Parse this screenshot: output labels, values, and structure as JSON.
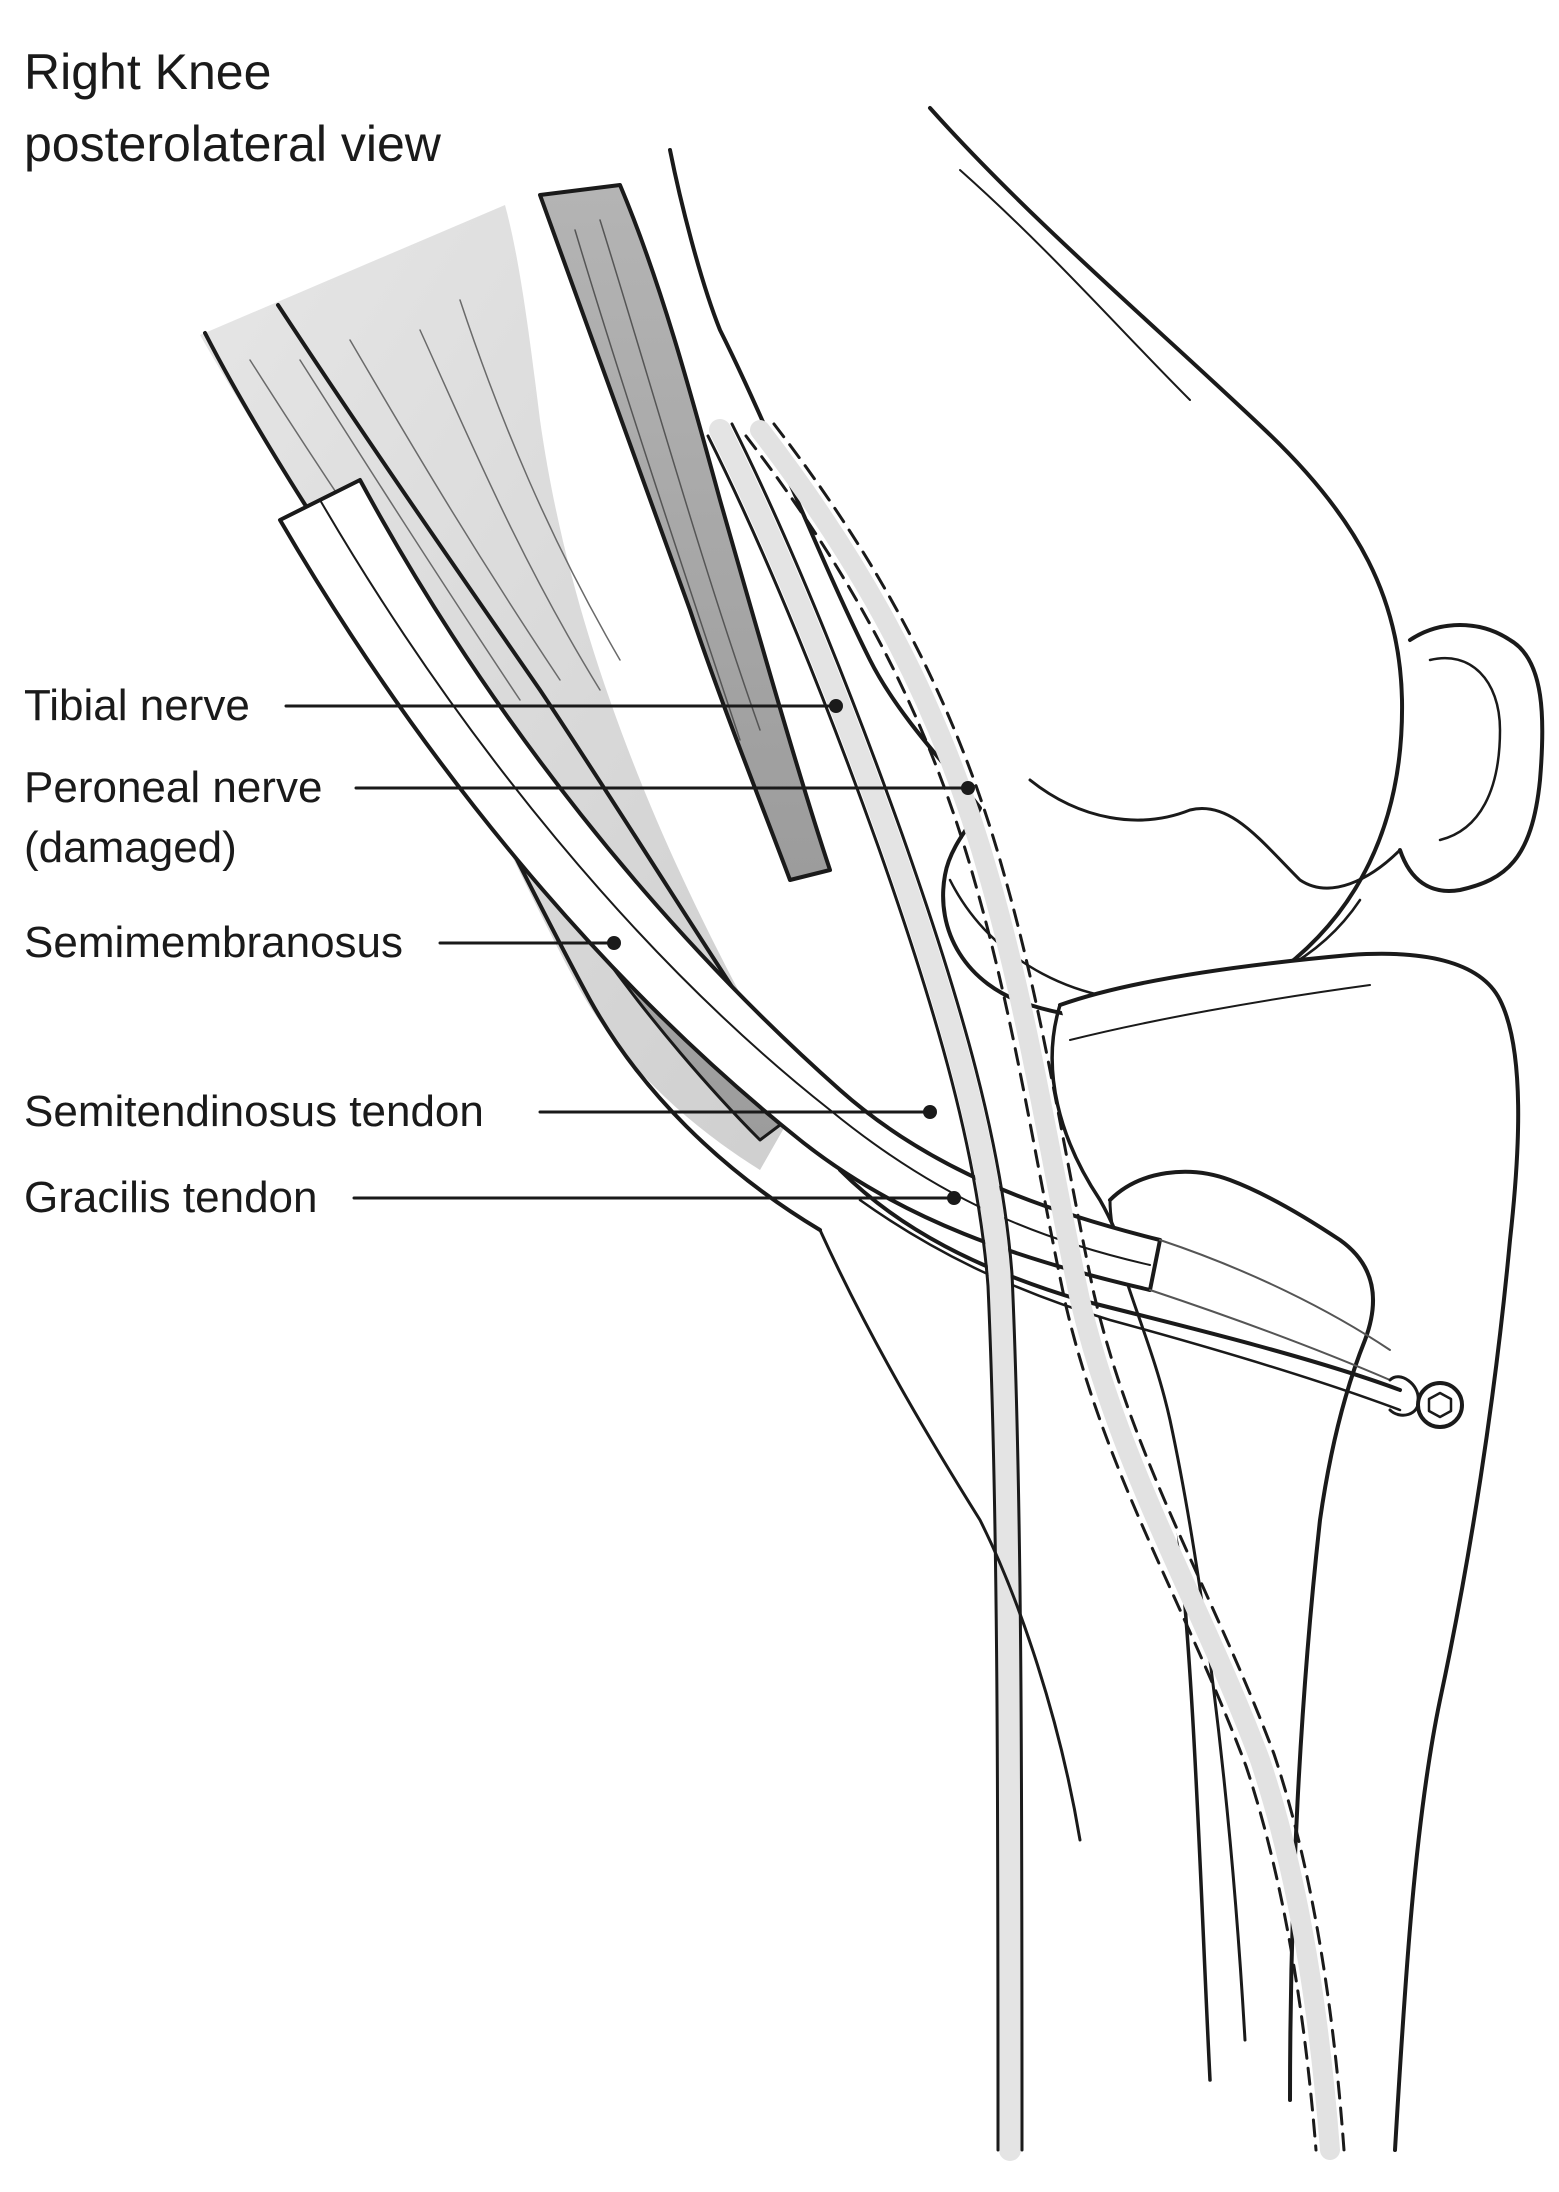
{
  "title": {
    "line1": "Right Knee",
    "line2": "posterolateral view"
  },
  "labels": {
    "tibial_nerve": "Tibial nerve",
    "peroneal_nerve_line1": "Peroneal nerve",
    "peroneal_nerve_line2": "(damaged)",
    "semimembranosus": "Semimembranosus",
    "semitendinosus_tendon": "Semitendinosus tendon",
    "gracilis_tendon": "Gracilis tendon"
  },
  "colors": {
    "ink": "#1a1a1a",
    "muscle_light": "#d6d6d6",
    "muscle_dark": "#a9a9a9",
    "nerve_fill": "#e4e4e4",
    "bone_fill": "#ffffff"
  }
}
